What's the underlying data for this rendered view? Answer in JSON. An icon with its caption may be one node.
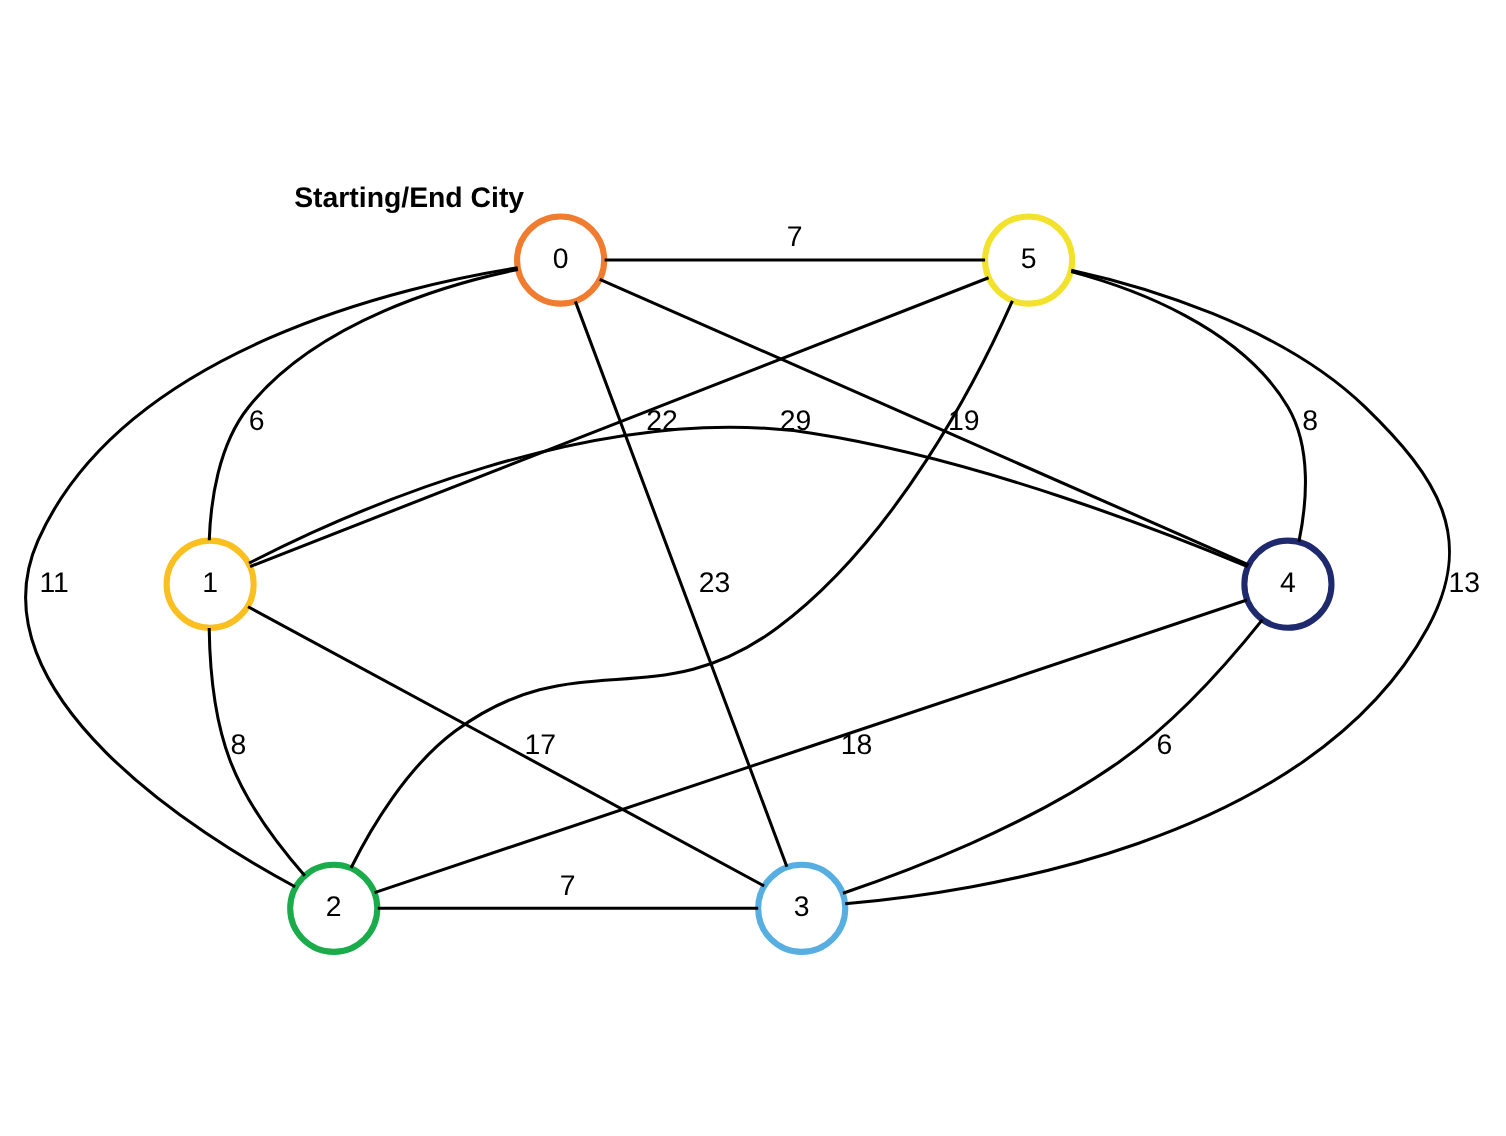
{
  "diagram": {
    "nodes": [
      {
        "text": [
          "0"
        ],
        "beside": [
          "Starting/End City"
        ]
      },
      {
        "text": [
          "1"
        ]
      },
      {
        "text": [
          "2"
        ]
      },
      {
        "text": [
          "3"
        ]
      },
      {
        "text": [
          "4"
        ]
      },
      {
        "text": [
          "5"
        ]
      }
    ],
    "edges": [
      {
        "from": 0,
        "to": 5,
        "arrow": "none",
        "label": "7"
      },
      {
        "from": 0,
        "to": 1,
        "arrow": "none",
        "label": "6"
      },
      {
        "from": 0,
        "to": 2,
        "arrow": "none",
        "label": "11"
      },
      {
        "from": 0,
        "to": 3,
        "arrow": "none",
        "label": "23"
      },
      {
        "from": 0,
        "to": 4,
        "arrow": "none",
        "label": "19"
      },
      {
        "from": 1,
        "to": 5,
        "arrow": "none",
        "label": "22"
      },
      {
        "from": 1,
        "to": 4,
        "arrow": "none",
        "label": "29"
      },
      {
        "from": 1,
        "to": 3,
        "arrow": "none",
        "label": "17"
      },
      {
        "from": 1,
        "to": 2,
        "arrow": "none",
        "label": "8"
      },
      {
        "from": 2,
        "to": 5,
        "arrow": "none"
      },
      {
        "from": 2,
        "to": 4,
        "arrow": "none",
        "label": "18"
      },
      {
        "from": 2,
        "to": 3,
        "arrow": "none",
        "label": "7"
      },
      {
        "from": 5,
        "to": 4,
        "arrow": "none",
        "label": "8"
      },
      {
        "from": 5,
        "to": 3,
        "arrow": "none",
        "label": "13"
      },
      {
        "from": 4,
        "to": 3,
        "arrow": "none",
        "label": "6"
      }
    ]
  }
}
